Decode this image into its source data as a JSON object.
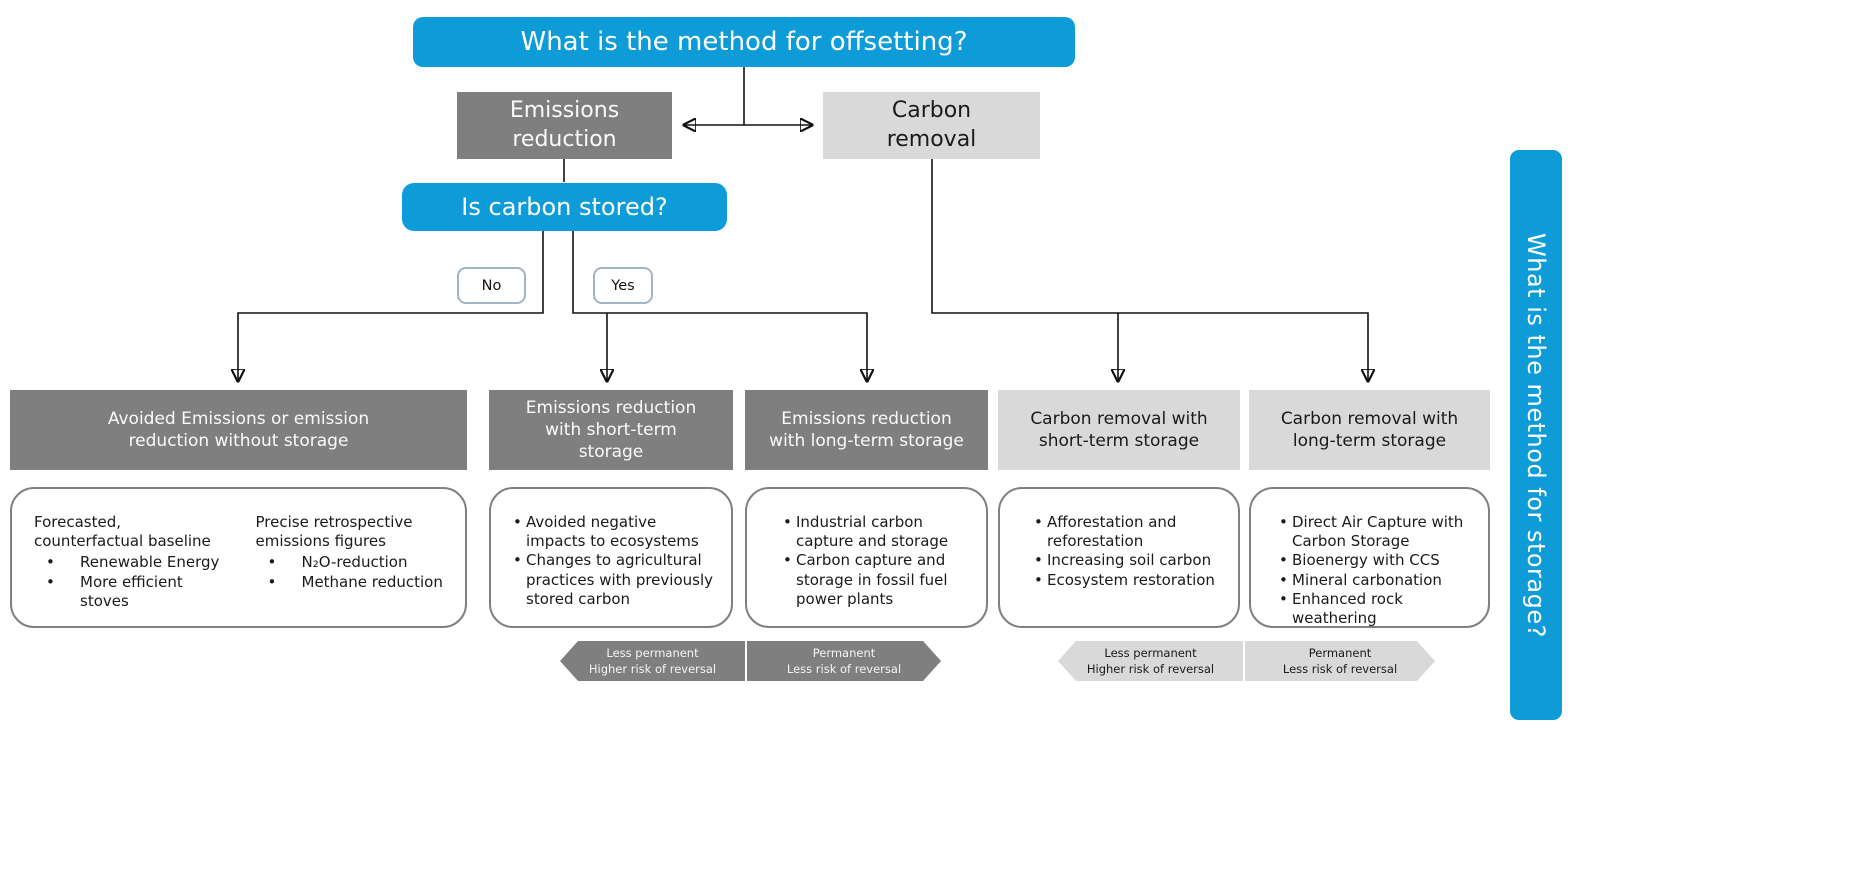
{
  "palette": {
    "blue": "#0E9CD9",
    "dark_gray": "#7F7F7F",
    "light_gray": "#D9D9D9"
  },
  "title": "What is the method for offsetting?",
  "branches": {
    "emissions_reduction": "Emissions\nreduction",
    "carbon_removal": "Carbon\nremoval"
  },
  "question": "Is carbon stored?",
  "answers": {
    "no": "No",
    "yes": "Yes"
  },
  "side_bar_label": "What is the method for storage?",
  "categories": [
    {
      "header": "Avoided Emissions or emission\nreduction without storage",
      "style": "dark",
      "columns": [
        {
          "heading": "Forecasted, counterfactual baseline",
          "bullets": [
            "Renewable Energy",
            "More efficient stoves"
          ]
        },
        {
          "heading": "Precise retrospective emissions figures",
          "bullets": [
            "N₂O-reduction",
            "Methane reduction"
          ]
        }
      ]
    },
    {
      "header": "Emissions reduction\nwith short-term\nstorage",
      "style": "dark",
      "bullets": [
        "Avoided negative impacts to ecosystems",
        "Changes to agricultural practices with previously stored carbon"
      ]
    },
    {
      "header": "Emissions reduction\nwith long-term storage",
      "style": "dark",
      "bullets": [
        "Industrial carbon capture and storage",
        "Carbon capture and storage in fossil fuel power plants"
      ]
    },
    {
      "header": "Carbon removal with\nshort-term storage",
      "style": "light",
      "bullets": [
        "Afforestation and reforestation",
        "Increasing soil carbon",
        "Ecosystem restoration"
      ]
    },
    {
      "header": "Carbon removal with\nlong-term storage",
      "style": "light",
      "bullets": [
        "Direct Air Capture with Carbon Storage",
        "Bioenergy with CCS",
        "Mineral carbonation",
        "Enhanced rock weathering"
      ]
    }
  ],
  "permanence_banners": [
    {
      "line1": "Less permanent",
      "line2": "Higher risk of reversal",
      "style": "dark",
      "direction": "left"
    },
    {
      "line1": "Permanent",
      "line2": "Less risk of reversal",
      "style": "dark",
      "direction": "right"
    },
    {
      "line1": "Less permanent",
      "line2": "Higher risk of reversal",
      "style": "light",
      "direction": "left"
    },
    {
      "line1": "Permanent",
      "line2": "Less risk of reversal",
      "style": "light",
      "direction": "right"
    }
  ]
}
